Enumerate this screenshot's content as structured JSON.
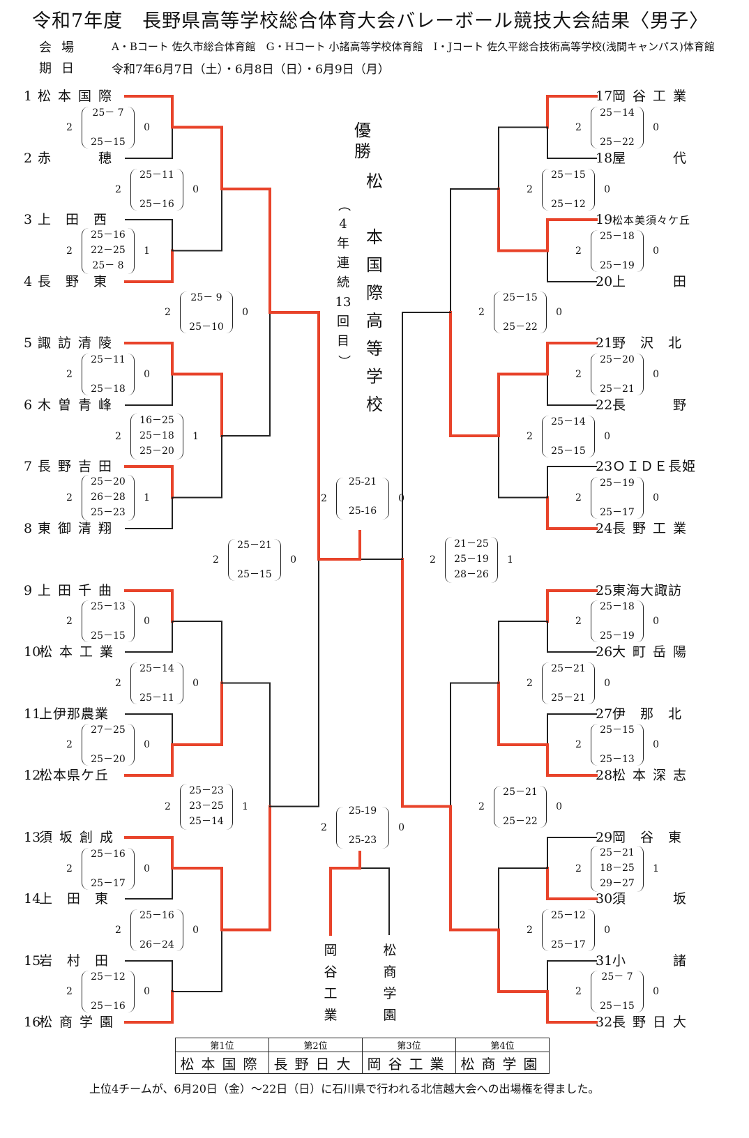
{
  "title": "令和7年度　長野県高等学校総合体育大会バレーボール競技大会結果〈男子〉",
  "venue_label": "会場",
  "venue_text": "A・Bコート 佐久市総合体育館　G・Hコート 小諸高等学校体育館　I・Jコート 佐久平総合技術高等学校(浅間キャンパス)体育館",
  "date_label": "期日",
  "date_text": "令和7年6月7日（土）・6月8日（日）・6月9日（月）",
  "champion_label": "優勝",
  "champion_name": "松本国際高等学校",
  "champion_note": "（4年連続13回目）",
  "teams": [
    {
      "num": "1",
      "name": "松本国際"
    },
    {
      "num": "2",
      "name": "赤　　穂"
    },
    {
      "num": "3",
      "name": "上　田　西"
    },
    {
      "num": "4",
      "name": "長　野　東"
    },
    {
      "num": "5",
      "name": "諏訪清陵"
    },
    {
      "num": "6",
      "name": "木曽青峰"
    },
    {
      "num": "7",
      "name": "長野吉田"
    },
    {
      "num": "8",
      "name": "東御清翔"
    },
    {
      "num": "9",
      "name": "上田千曲"
    },
    {
      "num": "10",
      "name": "松本工業"
    },
    {
      "num": "11",
      "name": "上伊那農業"
    },
    {
      "num": "12",
      "name": "松本県ケ丘"
    },
    {
      "num": "13",
      "name": "須坂創成"
    },
    {
      "num": "14",
      "name": "上　田　東"
    },
    {
      "num": "15",
      "name": "岩　村　田"
    },
    {
      "num": "16",
      "name": "松商学園"
    },
    {
      "num": "17",
      "name": "岡谷工業"
    },
    {
      "num": "18",
      "name": "屋　　代"
    },
    {
      "num": "19",
      "name": "松本美須々ケ丘"
    },
    {
      "num": "20",
      "name": "上　　田"
    },
    {
      "num": "21",
      "name": "野　沢　北"
    },
    {
      "num": "22",
      "name": "長　　野"
    },
    {
      "num": "23",
      "name": "ＯＩＤＥ長姫"
    },
    {
      "num": "24",
      "name": "長野工業"
    },
    {
      "num": "25",
      "name": "東海大諏訪"
    },
    {
      "num": "26",
      "name": "大町岳陽"
    },
    {
      "num": "27",
      "name": "伊　那　北"
    },
    {
      "num": "28",
      "name": "松本深志"
    },
    {
      "num": "29",
      "name": "岡　谷　東"
    },
    {
      "num": "30",
      "name": "須　　坂"
    },
    {
      "num": "31",
      "name": "小　　諸"
    },
    {
      "num": "32",
      "name": "長野日大"
    }
  ],
  "scores": [
    {
      "w": "2",
      "l": "0",
      "sets": [
        "25－ 7",
        "25－15"
      ]
    },
    {
      "w": "2",
      "l": "1",
      "sets": [
        "25－16",
        "22－25",
        "25－ 8"
      ]
    },
    {
      "w": "2",
      "l": "0",
      "sets": [
        "25－11",
        "25－18"
      ]
    },
    {
      "w": "2",
      "l": "1",
      "sets": [
        "25－20",
        "26－28",
        "25－23"
      ]
    },
    {
      "w": "2",
      "l": "0",
      "sets": [
        "25－13",
        "25－15"
      ]
    },
    {
      "w": "2",
      "l": "0",
      "sets": [
        "27－25",
        "25－20"
      ]
    },
    {
      "w": "2",
      "l": "0",
      "sets": [
        "25－16",
        "25－17"
      ]
    },
    {
      "w": "2",
      "l": "0",
      "sets": [
        "25－12",
        "25－16"
      ]
    },
    {
      "w": "2",
      "l": "0",
      "sets": [
        "25－11",
        "25－16"
      ]
    },
    {
      "w": "2",
      "l": "1",
      "sets": [
        "16－25",
        "25－18",
        "25－20"
      ]
    },
    {
      "w": "2",
      "l": "0",
      "sets": [
        "25－14",
        "25－11"
      ]
    },
    {
      "w": "2",
      "l": "0",
      "sets": [
        "25－16",
        "26－24"
      ]
    },
    {
      "w": "2",
      "l": "0",
      "sets": [
        "25－ 9",
        "25－10"
      ]
    },
    {
      "w": "2",
      "l": "1",
      "sets": [
        "25－23",
        "23－25",
        "25－14"
      ]
    },
    {
      "w": "2",
      "l": "0",
      "sets": [
        "25－21",
        "25－15"
      ]
    },
    {
      "w": "2",
      "l": "0",
      "sets": [
        "25－14",
        "25－22"
      ]
    },
    {
      "w": "2",
      "l": "0",
      "sets": [
        "25－18",
        "25－19"
      ]
    },
    {
      "w": "2",
      "l": "0",
      "sets": [
        "25－20",
        "25－21"
      ]
    },
    {
      "w": "2",
      "l": "0",
      "sets": [
        "25－19",
        "25－17"
      ]
    },
    {
      "w": "2",
      "l": "0",
      "sets": [
        "25－18",
        "25－19"
      ]
    },
    {
      "w": "2",
      "l": "0",
      "sets": [
        "25－15",
        "25－13"
      ]
    },
    {
      "w": "2",
      "l": "1",
      "sets": [
        "25－21",
        "18－25",
        "29－27"
      ]
    },
    {
      "w": "2",
      "l": "0",
      "sets": [
        "25－ 7",
        "25－15"
      ]
    },
    {
      "w": "2",
      "l": "0",
      "sets": [
        "25－15",
        "25－12"
      ]
    },
    {
      "w": "2",
      "l": "0",
      "sets": [
        "25－14",
        "25－15"
      ]
    },
    {
      "w": "2",
      "l": "0",
      "sets": [
        "25－21",
        "25－21"
      ]
    },
    {
      "w": "2",
      "l": "0",
      "sets": [
        "25－12",
        "25－17"
      ]
    },
    {
      "w": "2",
      "l": "0",
      "sets": [
        "25－15",
        "25－22"
      ]
    },
    {
      "w": "2",
      "l": "0",
      "sets": [
        "25－21",
        "25－22"
      ]
    },
    {
      "w": "2",
      "l": "1",
      "sets": [
        "21－25",
        "25－19",
        "28－26"
      ]
    },
    {
      "w": "2",
      "l": "0",
      "sets": [
        "25-21",
        "25-16"
      ]
    },
    {
      "w": "2",
      "l": "0",
      "sets": [
        "25-19",
        "25-23"
      ]
    }
  ],
  "third_place": {
    "left": "岡谷工業",
    "right": "松商学園"
  },
  "ranking": [
    {
      "place": "第1位",
      "name": "松本国際"
    },
    {
      "place": "第2位",
      "name": "長野日大"
    },
    {
      "place": "第3位",
      "name": "岡谷工業"
    },
    {
      "place": "第4位",
      "name": "松商学園"
    }
  ],
  "footer": "上位4チームが、6月20日（金）～22日（日）に石川県で行われる北信越大会への出場権を得ました。",
  "colors": {
    "win": "#e8432a",
    "line": "#222222"
  }
}
